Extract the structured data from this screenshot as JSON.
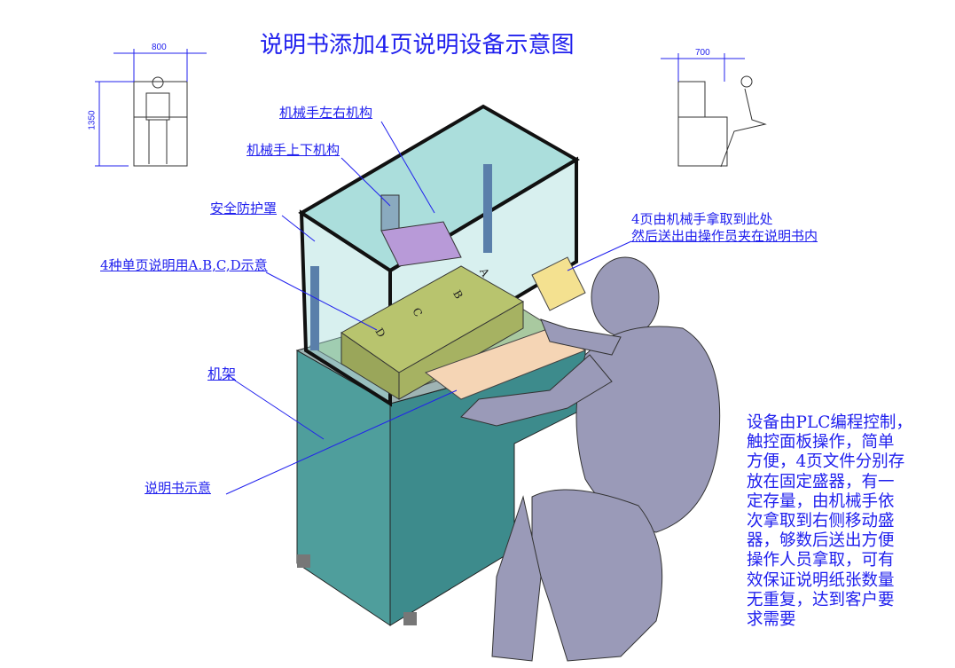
{
  "title": "说明书添加4页说明设备示意图",
  "dimensions": {
    "front_width": "800",
    "front_height": "1350",
    "side_width": "700"
  },
  "labels": {
    "lr_mechanism": "机械手左右机构",
    "ud_mechanism": "机械手上下机构",
    "safety_cover": "安全防护罩",
    "single_pages": "4种单页说明用A.B,C,D示意",
    "frame": "机架",
    "manual": "说明书示意",
    "pickup_line1": "4页由机械手拿取到此处",
    "pickup_line2": "然后送出由操作员夹在说明书内"
  },
  "tray_letters": [
    "A",
    "B",
    "C",
    "D"
  ],
  "description_lines": [
    "设备由PLC编程控制，",
    "触控面板操作，简单",
    "方便，4页文件分别存",
    "放在固定盛器，有一",
    "定存量，由机械手依",
    "次拿取到右侧移动盛",
    "器，够数后送出方便",
    "操作人员拿取，可有",
    "效保证说明纸张数量",
    "无重复，达到客户要",
    "求需要"
  ],
  "colors": {
    "annotation": "#2020ee",
    "cabinet": "#4f9e9c",
    "glass": "#8fd3d0",
    "figure": "#9a9ab8"
  }
}
